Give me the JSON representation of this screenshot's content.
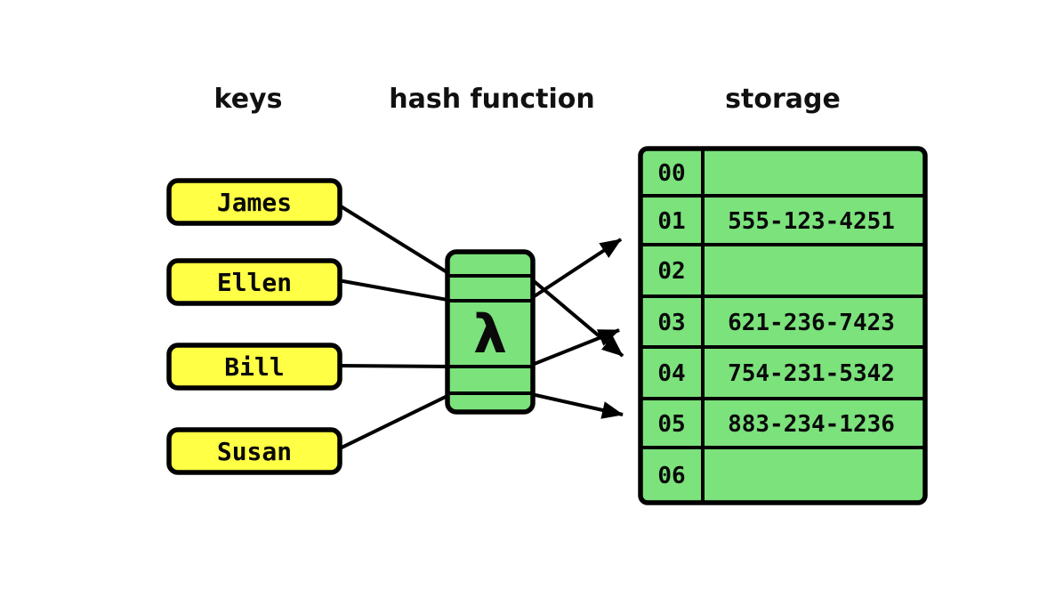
{
  "diagram": {
    "type": "hash-table-concept",
    "headers": {
      "keys": "keys",
      "hash_function": "hash function",
      "storage": "storage"
    },
    "keys": {
      "items": [
        {
          "label": "James"
        },
        {
          "label": "Ellen"
        },
        {
          "label": "Bill"
        },
        {
          "label": "Susan"
        }
      ]
    },
    "hash_function": {
      "symbol": "λ"
    },
    "storage": {
      "rows": [
        {
          "index": "00",
          "value": ""
        },
        {
          "index": "01",
          "value": "555-123-4251"
        },
        {
          "index": "02",
          "value": ""
        },
        {
          "index": "03",
          "value": "621-236-7423"
        },
        {
          "index": "04",
          "value": "754-231-5342"
        },
        {
          "index": "05",
          "value": "883-234-1236"
        },
        {
          "index": "06",
          "value": ""
        }
      ]
    },
    "mappings": [
      {
        "key": "James",
        "bucket": "04"
      },
      {
        "key": "Ellen",
        "bucket": "01"
      },
      {
        "key": "Bill",
        "bucket": "03"
      },
      {
        "key": "Susan",
        "bucket": "05"
      }
    ],
    "colors": {
      "key_box_fill": "#FFFF45",
      "green_fill": "#7CE27C",
      "line": "#000000",
      "background": "#FFFFFF"
    }
  }
}
